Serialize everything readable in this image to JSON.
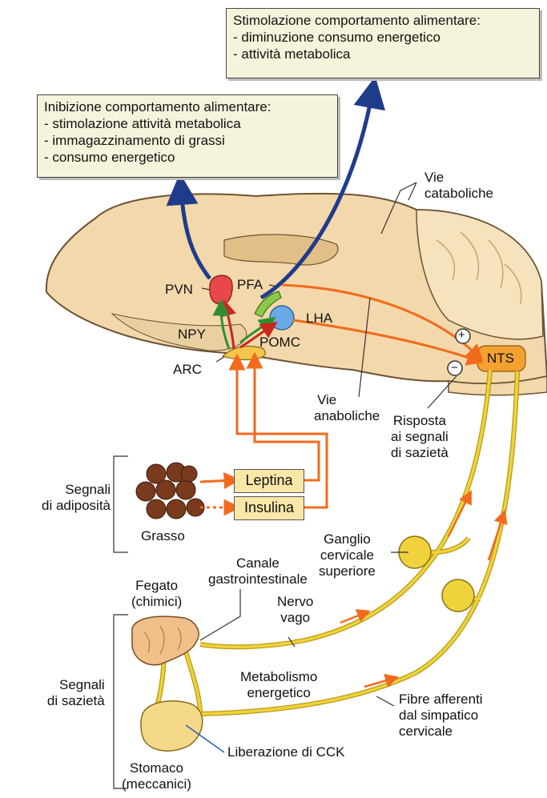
{
  "box_top": {
    "title": "Stimolazione comportamento alimentare:",
    "items": [
      "- diminuzione consumo energetico",
      "- attività metabolica"
    ]
  },
  "box_left": {
    "title": "Inibizione comportamento alimentare:",
    "items": [
      "- stimolazione attività metabolica",
      "- immagazzinamento di grassi",
      "- consumo energetico"
    ]
  },
  "brain_labels": {
    "pvn": "PVN",
    "pfa": "PFA",
    "lha": "LHA",
    "npy": "NPY",
    "pomc": "POMC",
    "arc": "ARC",
    "nts": "NTS",
    "plus": "+",
    "minus": "−"
  },
  "pathways": {
    "catabolic": [
      "Vie",
      "cataboliche"
    ],
    "anabolic": [
      "Vie",
      "anaboliche"
    ],
    "satiety_response": [
      "Risposta",
      "ai segnali",
      "di sazietà"
    ]
  },
  "adiposity": {
    "group": [
      "Segnali",
      "di adiposità"
    ],
    "fat": "Grasso",
    "leptin": "Leptina",
    "insulin": "Insulina"
  },
  "satiety": {
    "group": [
      "Segnali",
      "di sazietà"
    ],
    "gi_channel": [
      "Canale",
      "gastrointestinale"
    ],
    "liver": [
      "Fegato",
      "(chimici)"
    ],
    "vagus": [
      "Nervo",
      "vago"
    ],
    "ganglion": [
      "Ganglio",
      "cervicale",
      "superiore"
    ],
    "metabolism": [
      "Metabolismo",
      "energetico"
    ],
    "afferent": [
      "Fibre afferenti",
      "dal simpatico",
      "cervicale"
    ],
    "cck": "Liberazione di CCK",
    "stomach": [
      "Stomaco",
      "(meccanici)"
    ]
  },
  "colors": {
    "brain": "#f2d8aa",
    "brain_dark": "#e2bf86",
    "outline": "#6b5233",
    "arrow_blue": "#1f3c8c",
    "arrow_orange": "#f26b1d",
    "arrow_green": "#2f8f2f",
    "nerve": "#f0d23c",
    "pvn": "#e8484a",
    "lha": "#6aa8e8",
    "pfa": "#8cc84a",
    "box_bg": "#f6f3dc"
  }
}
